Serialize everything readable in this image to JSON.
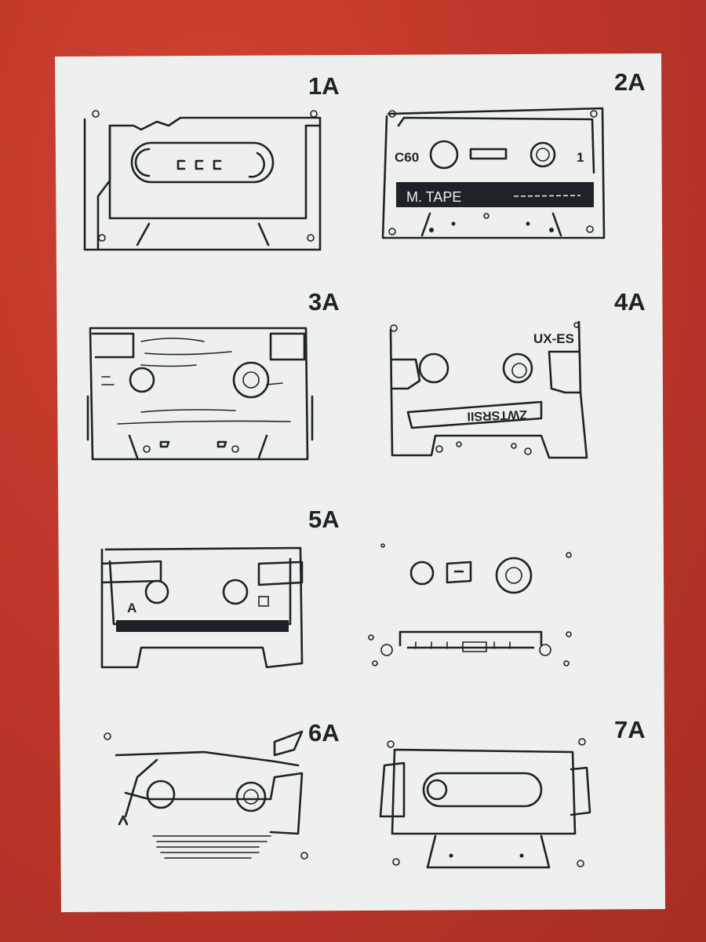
{
  "paper_color": "#eef0ef",
  "background_color": "#c23a2c",
  "ink_color": "#1e2126",
  "drawings": [
    {
      "label": "1A"
    },
    {
      "label": "2A",
      "texts": {
        "type": "C60",
        "side": "1",
        "brand": "M. TAPE"
      }
    },
    {
      "label": "3A"
    },
    {
      "label": "4A",
      "texts": {
        "model": "UX-ES"
      }
    },
    {
      "label": "5A",
      "texts": {
        "side": "A"
      }
    },
    {
      "label": "6A"
    },
    {
      "label": "7A"
    }
  ]
}
